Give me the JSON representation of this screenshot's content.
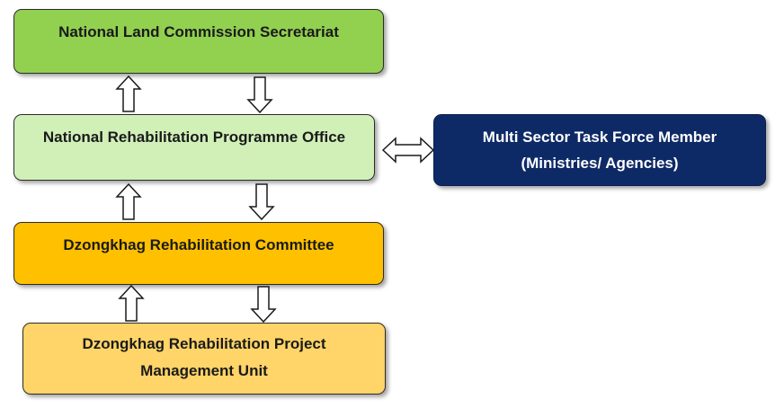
{
  "diagram": {
    "nodes": {
      "national_land_commission": {
        "lines": [
          "National Land Commission Secretariat"
        ],
        "fill": "#92d050"
      },
      "national_rehabilitation_office": {
        "lines": [
          "National Rehabilitation Programme Office"
        ],
        "fill": "#d0f0b8"
      },
      "dzongkhag_committee": {
        "lines": [
          "Dzongkhag Rehabilitation Committee"
        ],
        "fill": "#ffc000"
      },
      "dzongkhag_pmu": {
        "lines": [
          "Dzongkhag Rehabilitation Project",
          "Management Unit"
        ],
        "fill": "#ffd468"
      },
      "multi_sector_task_force": {
        "lines": [
          "Multi Sector Task Force Member",
          "(Ministries/ Agencies)"
        ],
        "fill": "#0e2a66"
      }
    },
    "edges": [
      {
        "from": "national_rehabilitation_office",
        "to": "national_land_commission",
        "style": "hollow-arrow-up"
      },
      {
        "from": "national_land_commission",
        "to": "national_rehabilitation_office",
        "style": "hollow-arrow-down"
      },
      {
        "from": "dzongkhag_committee",
        "to": "national_rehabilitation_office",
        "style": "hollow-arrow-up"
      },
      {
        "from": "national_rehabilitation_office",
        "to": "dzongkhag_committee",
        "style": "hollow-arrow-down"
      },
      {
        "from": "dzongkhag_pmu",
        "to": "dzongkhag_committee",
        "style": "hollow-arrow-up"
      },
      {
        "from": "dzongkhag_committee",
        "to": "dzongkhag_pmu",
        "style": "hollow-arrow-down"
      },
      {
        "from": "national_rehabilitation_office",
        "to": "multi_sector_task_force",
        "style": "hollow-arrow-both"
      }
    ]
  }
}
